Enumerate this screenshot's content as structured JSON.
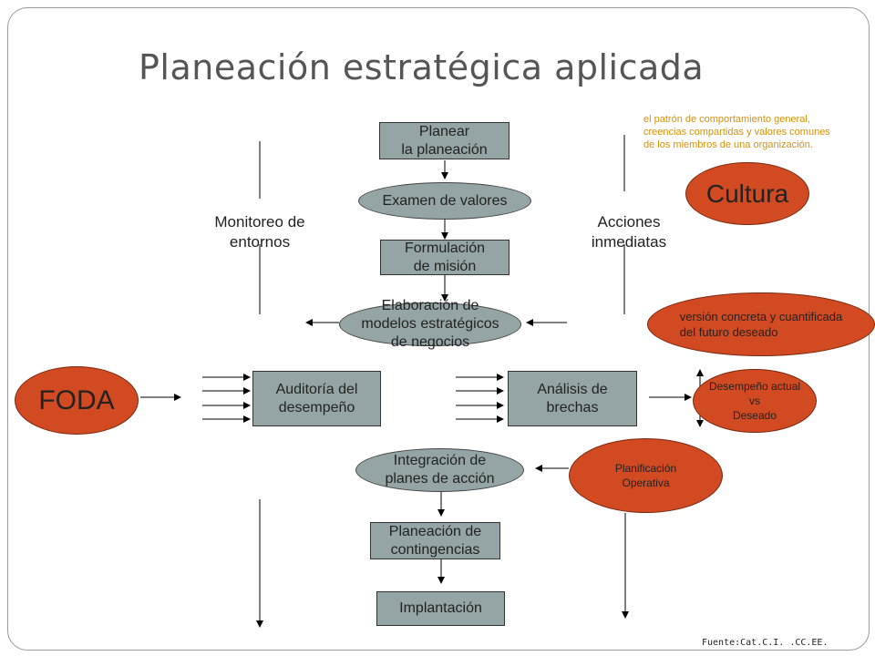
{
  "title": "Planeación estratégica aplicada",
  "steps": {
    "planear": "Planear\nla planeación",
    "examen": "Examen de valores",
    "formulacion": "Formulación\nde misión",
    "elaboracion": "Elaboración de\nmodelos estratégicos\nde negocios",
    "auditoria": "Auditoría del\ndesempeño",
    "analisis": "Análisis de\nbrechas",
    "integracion": "Integración de\nplanes de acción",
    "contingencias": "Planeación de\ncontingencias",
    "implantacion": "Implantación"
  },
  "side_labels": {
    "monitoreo": "Monitoreo de\nentornos",
    "acciones": "Acciones\ninmediatas"
  },
  "callouts": {
    "cultura": "Cultura",
    "cultura_note": "el patrón de comportamiento general,\ncreencias compartidas y valores comunes\nde los miembros de una organización.",
    "vision": "versión concreta y cuantificada\n del futuro deseado",
    "foda": "FODA",
    "desempeno": "Desempeño actual\nvs\nDeseado",
    "planificacion": "Planificación\nOperativa"
  },
  "source": "Fuente:Cat.C.I.  .CC.EE.",
  "colors": {
    "box": "#95a5a6",
    "red": "#d24a21",
    "note": "#d4920e",
    "title": "#555555"
  }
}
